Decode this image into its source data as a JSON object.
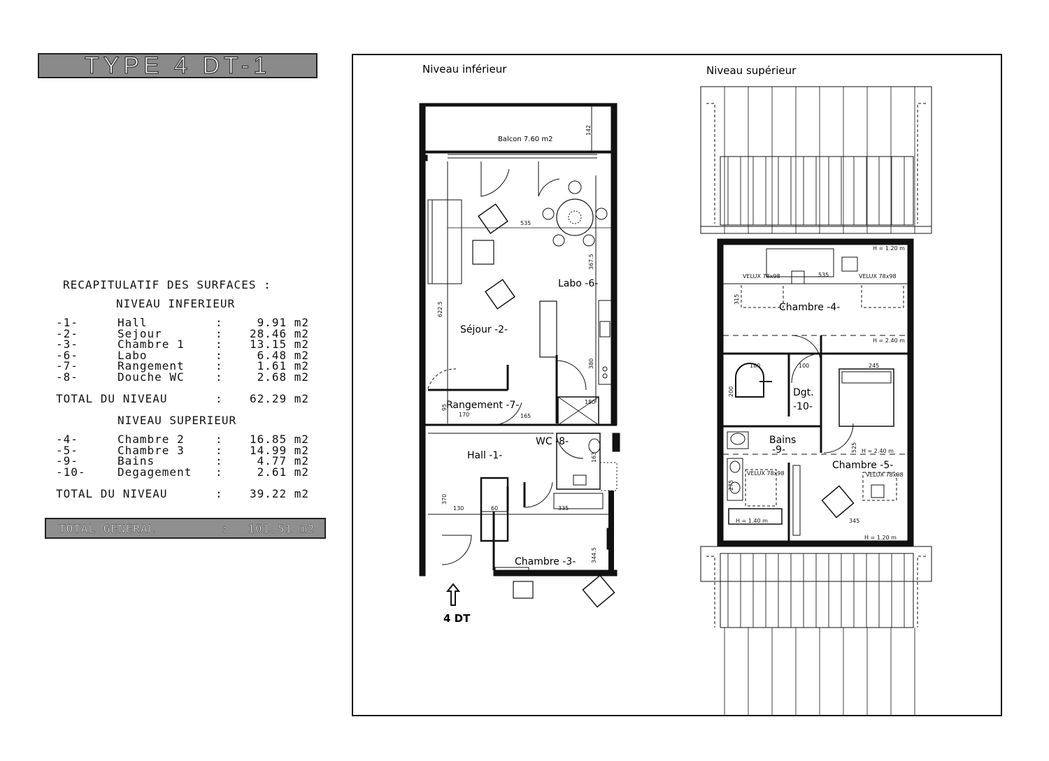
{
  "title": "TYPE 4 DT-1",
  "recap": {
    "heading": "RECAPITULATIF DES SURFACES :",
    "lower": {
      "heading": "NIVEAU INFERIEUR",
      "rows": [
        {
          "n": "-1-",
          "label": "Hall",
          "value": "9.91 m2"
        },
        {
          "n": "-2-",
          "label": "Sejour",
          "value": "28.46 m2"
        },
        {
          "n": "-3-",
          "label": "Chambre 1",
          "value": "13.15 m2"
        },
        {
          "n": "-6-",
          "label": "Labo",
          "value": "6.48 m2"
        },
        {
          "n": "-7-",
          "label": "Rangement",
          "value": "1.61 m2"
        },
        {
          "n": "-8-",
          "label": "Douche WC",
          "value": "2.68 m2"
        }
      ],
      "total_label": "TOTAL DU NIVEAU",
      "total_value": "62.29 m2"
    },
    "upper": {
      "heading": "NIVEAU SUPERIEUR",
      "rows": [
        {
          "n": "-4-",
          "label": "Chambre 2",
          "value": "16.85 m2"
        },
        {
          "n": "-5-",
          "label": "Chambre 3",
          "value": "14.99 m2"
        },
        {
          "n": "-9-",
          "label": "Bains",
          "value": "4.77 m2"
        },
        {
          "n": "-10-",
          "label": "Degagement",
          "value": "2.61 m2"
        }
      ],
      "total_label": "TOTAL DU NIVEAU",
      "total_value": "39.22 m2"
    },
    "grand_label": "TOTAL GENERAL",
    "grand_value": "101.51 m2"
  },
  "plan": {
    "lower_label": "Niveau inférieur",
    "upper_label": "Niveau supérieur",
    "entrance": "4 DT",
    "lower_rooms": {
      "balcon": "Balcon 7.60 m2",
      "sejour": "Séjour -2-",
      "labo": "Labo -6-",
      "rangement": "Rangement -7-",
      "wc": "WC -8-",
      "hall": "Hall -1-",
      "chambre": "Chambre -3-"
    },
    "lower_dims": {
      "d142": "142",
      "d535": "535",
      "d367": "367.5",
      "d622": "622.5",
      "d380": "380",
      "d180": "180",
      "d95": "95",
      "d170": "170",
      "d165": "165",
      "d163": "163",
      "d370": "370",
      "d130": "130",
      "d60": "60",
      "d335": "335",
      "d344": "344.5"
    },
    "upper_rooms": {
      "chambre4": "Chambre -4-",
      "dgt": "Dgt.",
      "dgt_num": "-10-",
      "bains": "Bains",
      "bains_num": "-9-",
      "chambre5": "Chambre -5-"
    },
    "upper_dims": {
      "h120a": "H = 1.20 m",
      "velux1": "VELUX 78x98",
      "velux2": "VELUX 78x98",
      "d535": "535",
      "d315": "315",
      "h240a": "H = 2.40 m",
      "d180": "180",
      "d100": "100",
      "d245": "245",
      "d200": "200",
      "d525": "525",
      "h240b": "H = 2.40 m",
      "velux3": "VELUX 78x98",
      "velux4": "VELUX 78x98",
      "d275": "275",
      "h140": "H = 1.40 m",
      "d345": "345",
      "h120b": "H = 1.20 m"
    }
  }
}
